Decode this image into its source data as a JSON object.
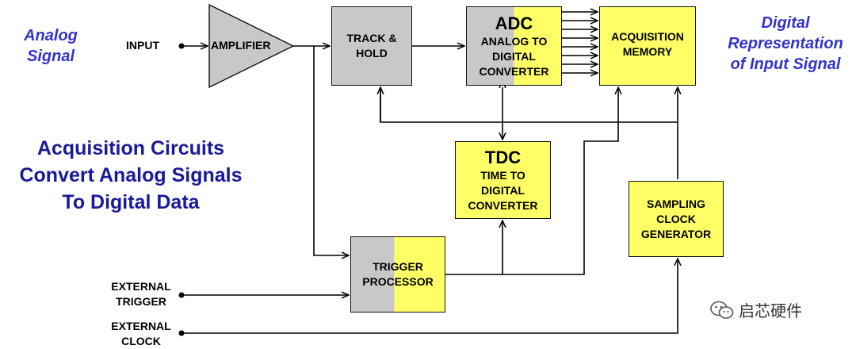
{
  "left_caption": {
    "line1": "Analog",
    "line2": "Signal"
  },
  "right_caption": {
    "line1": "Digital",
    "line2": "Representation",
    "line3": "of Input Signal"
  },
  "main_title": {
    "line1": "Acquisition Circuits",
    "line2": "Convert Analog Signals",
    "line3": "To Digital Data"
  },
  "inputs": {
    "input": "INPUT",
    "ext_trigger": {
      "line1": "EXTERNAL",
      "line2": "TRIGGER"
    },
    "ext_clock": {
      "line1": "EXTERNAL",
      "line2": "CLOCK"
    }
  },
  "blocks": {
    "amplifier": "AMPLIFIER",
    "track_hold": {
      "line1": "TRACK &",
      "line2": "HOLD"
    },
    "adc": {
      "head": "ADC",
      "line1": "ANALOG TO",
      "line2": "DIGITAL",
      "line3": "CONVERTER"
    },
    "acq_memory": {
      "line1": "ACQUISITION",
      "line2": "MEMORY"
    },
    "tdc": {
      "head": "TDC",
      "line1": "TIME TO",
      "line2": "DIGITAL",
      "line3": "CONVERTER"
    },
    "sampling_clock": {
      "line1": "SAMPLING",
      "line2": "CLOCK",
      "line3": "GENERATOR"
    },
    "trigger_proc": {
      "line1": "TRIGGER",
      "line2": "PROCESSOR"
    }
  },
  "watermark": "启芯硬件",
  "colors": {
    "blue_text": "#3333cc",
    "title_blue": "#1a1a99",
    "gray_block": "#c8c8c8",
    "yellow_block": "#ffff66"
  }
}
